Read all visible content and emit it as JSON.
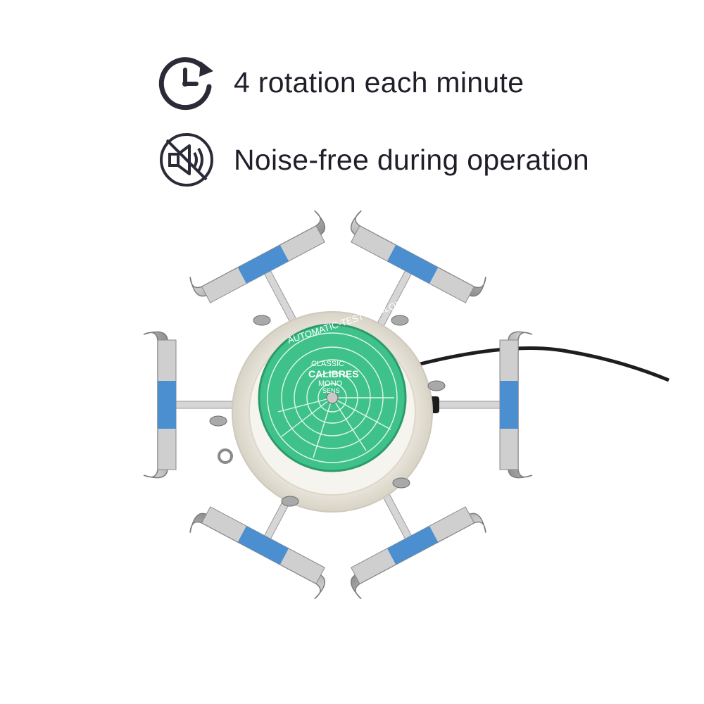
{
  "features": [
    {
      "text": "4 rotation each minute",
      "icon": "clock-rotation-icon"
    },
    {
      "text": "Noise-free during operation",
      "icon": "muted-speaker-icon"
    }
  ],
  "product": {
    "dial_title": "AUTOMATIC-TEST  CYCLOTEST",
    "dial_label_1": "CLASSIC",
    "dial_label_2": "CALIBRES",
    "dial_label_3": "MONO",
    "dial_label_4": "SENS",
    "colors": {
      "dial_green": "#3ec28a",
      "pad_blue": "#4b8fd0",
      "metal": "#c9c9c9",
      "base": "#ece8dd"
    }
  }
}
